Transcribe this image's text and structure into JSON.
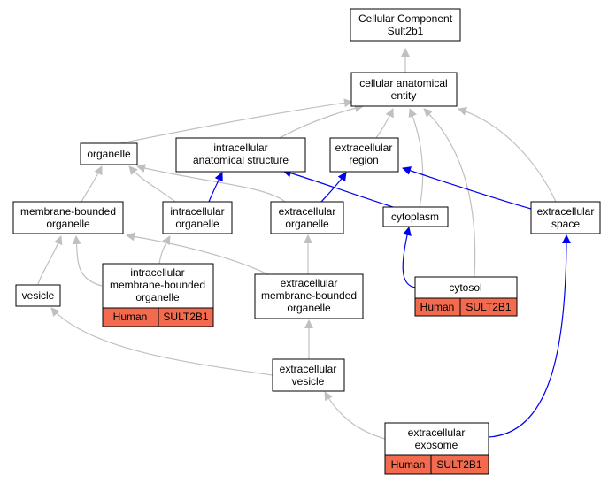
{
  "nodes": {
    "root": [
      "Cellular Component",
      "Sult2b1"
    ],
    "cae": [
      "cellular anatomical",
      "entity"
    ],
    "organelle": [
      "organelle"
    ],
    "ias": [
      "intracellular",
      "anatomical structure"
    ],
    "ecr": [
      "extracellular",
      "region"
    ],
    "mbo": [
      "membrane-bounded",
      "organelle"
    ],
    "ico": [
      "intracellular",
      "organelle"
    ],
    "eco": [
      "extracellular",
      "organelle"
    ],
    "cytoplasm": [
      "cytoplasm"
    ],
    "ecs": [
      "extracellular",
      "space"
    ],
    "imbo": [
      "intracellular",
      "membrane-bounded",
      "organelle"
    ],
    "vesicle": [
      "vesicle"
    ],
    "embo": [
      "extracellular",
      "membrane-bounded",
      "organelle"
    ],
    "cytosol": [
      "cytosol"
    ],
    "ecv": [
      "extracellular",
      "vesicle"
    ],
    "exosome": [
      "extracellular",
      "exosome"
    ]
  },
  "annotations": {
    "imbo": [
      "Human",
      "SULT2B1"
    ],
    "cytosol": [
      "Human",
      "SULT2B1"
    ],
    "exosome": [
      "Human",
      "SULT2B1"
    ]
  },
  "colors": {
    "is_a_edge": "#c0c0c0",
    "part_of_edge": "#0000ee",
    "annotation_fill": "#f26b4f",
    "node_fill": "#ffffff",
    "node_border": "#000000"
  },
  "edges": [
    {
      "from": "root",
      "to": "cae",
      "type": "is_a"
    },
    {
      "from": "cae",
      "to": "organelle",
      "type": "is_a"
    },
    {
      "from": "cae",
      "to": "ias",
      "type": "is_a"
    },
    {
      "from": "cae",
      "to": "ecr",
      "type": "is_a"
    },
    {
      "from": "cae",
      "to": "cytoplasm",
      "type": "is_a"
    },
    {
      "from": "cae",
      "to": "cytosol",
      "type": "is_a"
    },
    {
      "from": "cae",
      "to": "ecs",
      "type": "is_a"
    },
    {
      "from": "organelle",
      "to": "mbo",
      "type": "is_a"
    },
    {
      "from": "organelle",
      "to": "ico",
      "type": "is_a"
    },
    {
      "from": "organelle",
      "to": "eco",
      "type": "is_a"
    },
    {
      "from": "ias",
      "to": "ico",
      "type": "part_of"
    },
    {
      "from": "ias",
      "to": "cytoplasm",
      "type": "part_of"
    },
    {
      "from": "ecr",
      "to": "eco",
      "type": "part_of"
    },
    {
      "from": "ecr",
      "to": "ecs",
      "type": "part_of"
    },
    {
      "from": "mbo",
      "to": "vesicle",
      "type": "is_a"
    },
    {
      "from": "mbo",
      "to": "imbo",
      "type": "is_a"
    },
    {
      "from": "mbo",
      "to": "embo",
      "type": "is_a"
    },
    {
      "from": "ico",
      "to": "imbo",
      "type": "is_a"
    },
    {
      "from": "eco",
      "to": "embo",
      "type": "is_a"
    },
    {
      "from": "cytoplasm",
      "to": "cytosol",
      "type": "part_of"
    },
    {
      "from": "vesicle",
      "to": "ecv",
      "type": "is_a"
    },
    {
      "from": "embo",
      "to": "ecv",
      "type": "is_a"
    },
    {
      "from": "ecv",
      "to": "exosome",
      "type": "is_a"
    },
    {
      "from": "ecs",
      "to": "exosome",
      "type": "part_of"
    }
  ]
}
